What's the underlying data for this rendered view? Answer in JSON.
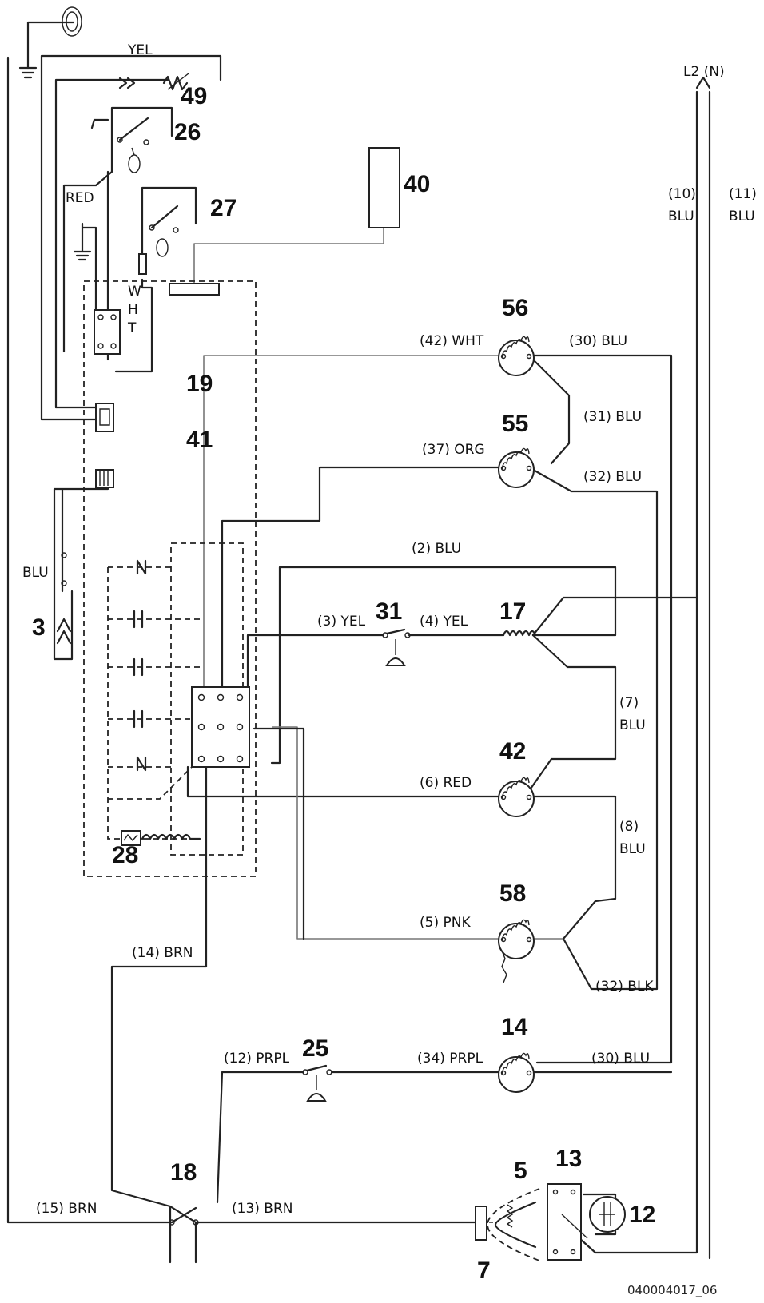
{
  "components": {
    "c3": "3",
    "c5": "5",
    "c7": "7",
    "c12": "12",
    "c13": "13",
    "c14": "14",
    "c17": "17",
    "c18": "18",
    "c19": "19",
    "c25": "25",
    "c26": "26",
    "c27": "27",
    "c28": "28",
    "c31": "31",
    "c40": "40",
    "c41": "41",
    "c42": "42",
    "c49": "49",
    "c55": "55",
    "c56": "56",
    "c58": "58"
  },
  "wires": {
    "yel_top": "YEL",
    "red_left": "RED",
    "wht_v1": "W",
    "wht_v2": "H",
    "wht_v3": "T",
    "blu_left": "BLU",
    "l2n": "L2 (N)",
    "w10a": "(10)",
    "w10b": "BLU",
    "w11a": "(11)",
    "w11b": "BLU",
    "w42": "(42) WHT",
    "w30a": "(30) BLU",
    "w31": "(31) BLU",
    "w37": "(37) ORG",
    "w32a": "(32) BLU",
    "w2": "(2) BLU",
    "w3": "(3) YEL",
    "w4": "(4) YEL",
    "w7a": "(7)",
    "w7b": "BLU",
    "w6": "(6) RED",
    "w8a": "(8)",
    "w8b": "BLU",
    "w5": "(5) PNK",
    "w32b": "(32) BLK",
    "w14": "(14) BRN",
    "w12": "(12) PRPL",
    "w34": "(34) PRPL",
    "w30b": "(30) BLU",
    "w15": "(15) BRN",
    "w13": "(13) BRN"
  },
  "footer": {
    "code": "040004017_06"
  }
}
